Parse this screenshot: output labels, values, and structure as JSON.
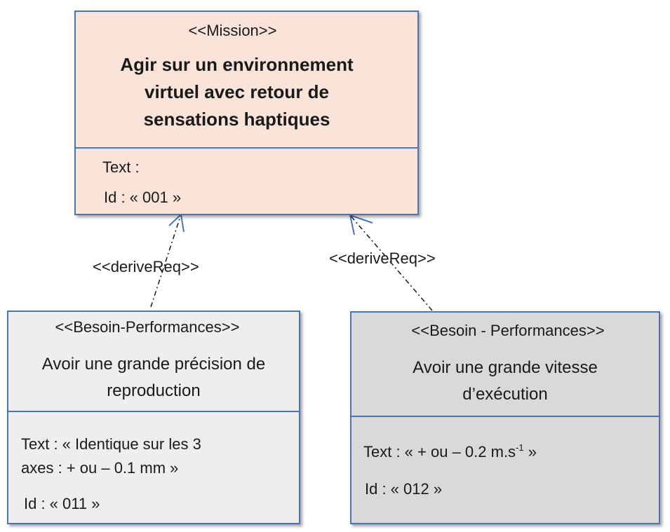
{
  "mission": {
    "stereotype": "<<Mission>>",
    "title_lines": [
      "Agir sur un environnement",
      "virtuel avec retour de",
      "sensations haptiques"
    ],
    "text": "Text :",
    "id": "Id : « 001 »"
  },
  "besoin_precision": {
    "stereotype": "<<Besoin-Performances>>",
    "title_lines": [
      "Avoir une grande précision de",
      "reproduction"
    ],
    "text_lines": [
      "Text : « Identique sur les 3",
      "axes : + ou – 0.1 mm »"
    ],
    "id": "Id : « 011 »"
  },
  "besoin_vitesse": {
    "stereotype": "<<Besoin - Performances>>",
    "title_lines": [
      "Avoir une grande vitesse",
      "d’exécution"
    ],
    "text_prefix": "Text : « + ou – 0.2 m.s",
    "text_sup": "-1",
    "text_suffix": " »",
    "id": "Id : « 012 »"
  },
  "relations": {
    "left_label": "<<deriveReq>>",
    "right_label": "<<deriveReq>>"
  },
  "colors": {
    "border": "#4a76b8",
    "mission_fill": "#fae4da",
    "besoin_precision_fill": "#eeeeee",
    "besoin_vitesse_fill": "#d9d9d9"
  }
}
